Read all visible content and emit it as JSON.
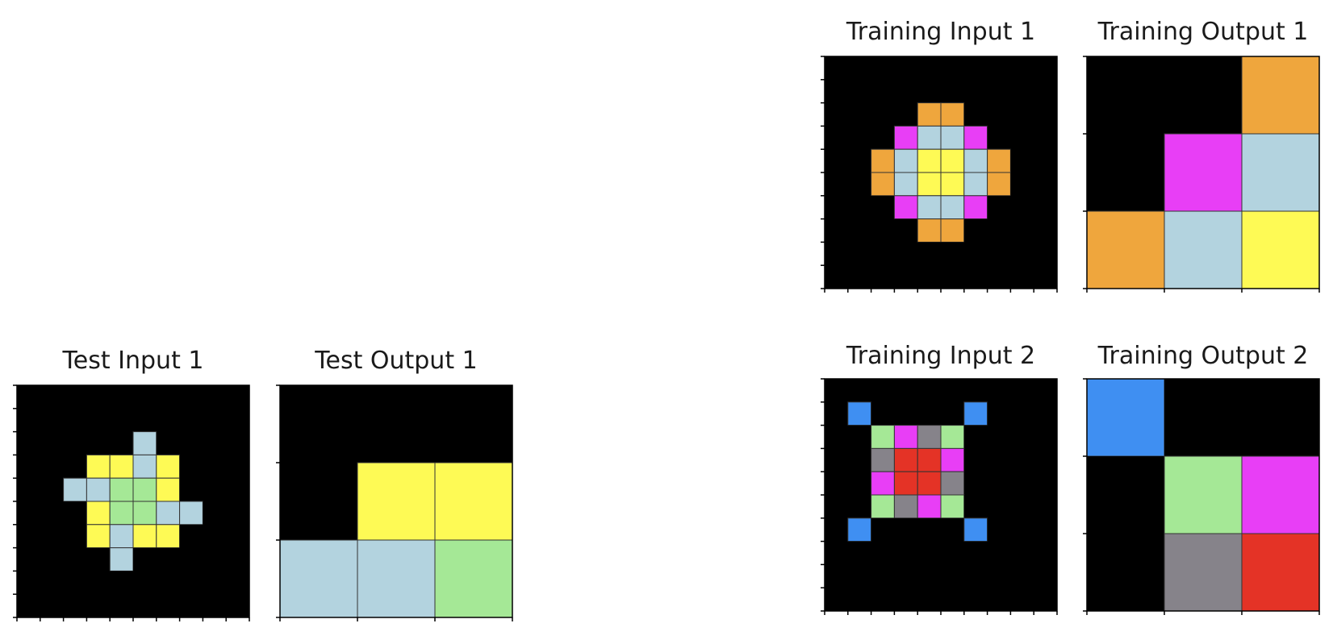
{
  "palette": {
    "0": "#000000",
    "1": "#3f8ff2",
    "2": "#e43326",
    "3": "#a5e896",
    "4": "#fefa55",
    "5": "#86838a",
    "6": "#e83ef6",
    "7": "#efa63d",
    "8": "#b3d3df"
  },
  "panels": [
    {
      "id": "training-input-1",
      "title": "Training Input 1",
      "grid": [
        [
          0,
          0,
          0,
          0,
          0,
          0,
          0,
          0,
          0,
          0
        ],
        [
          0,
          0,
          0,
          0,
          0,
          0,
          0,
          0,
          0,
          0
        ],
        [
          0,
          0,
          0,
          0,
          7,
          7,
          0,
          0,
          0,
          0
        ],
        [
          0,
          0,
          0,
          6,
          8,
          8,
          6,
          0,
          0,
          0
        ],
        [
          0,
          0,
          7,
          8,
          4,
          4,
          8,
          7,
          0,
          0
        ],
        [
          0,
          0,
          7,
          8,
          4,
          4,
          8,
          7,
          0,
          0
        ],
        [
          0,
          0,
          0,
          6,
          8,
          8,
          6,
          0,
          0,
          0
        ],
        [
          0,
          0,
          0,
          0,
          7,
          7,
          0,
          0,
          0,
          0
        ],
        [
          0,
          0,
          0,
          0,
          0,
          0,
          0,
          0,
          0,
          0
        ],
        [
          0,
          0,
          0,
          0,
          0,
          0,
          0,
          0,
          0,
          0
        ]
      ]
    },
    {
      "id": "training-output-1",
      "title": "Training Output 1",
      "grid": [
        [
          0,
          0,
          7
        ],
        [
          0,
          6,
          8
        ],
        [
          7,
          8,
          4
        ]
      ]
    },
    {
      "id": "training-input-2",
      "title": "Training Input 2",
      "grid": [
        [
          0,
          0,
          0,
          0,
          0,
          0,
          0,
          0,
          0,
          0
        ],
        [
          0,
          1,
          0,
          0,
          0,
          0,
          1,
          0,
          0,
          0
        ],
        [
          0,
          0,
          3,
          6,
          5,
          3,
          0,
          0,
          0,
          0
        ],
        [
          0,
          0,
          5,
          2,
          2,
          6,
          0,
          0,
          0,
          0
        ],
        [
          0,
          0,
          6,
          2,
          2,
          5,
          0,
          0,
          0,
          0
        ],
        [
          0,
          0,
          3,
          5,
          6,
          3,
          0,
          0,
          0,
          0
        ],
        [
          0,
          1,
          0,
          0,
          0,
          0,
          1,
          0,
          0,
          0
        ],
        [
          0,
          0,
          0,
          0,
          0,
          0,
          0,
          0,
          0,
          0
        ],
        [
          0,
          0,
          0,
          0,
          0,
          0,
          0,
          0,
          0,
          0
        ],
        [
          0,
          0,
          0,
          0,
          0,
          0,
          0,
          0,
          0,
          0
        ]
      ]
    },
    {
      "id": "training-output-2",
      "title": "Training Output 2",
      "grid": [
        [
          1,
          0,
          0
        ],
        [
          0,
          3,
          6
        ],
        [
          0,
          5,
          2
        ]
      ]
    },
    {
      "id": "test-input-1",
      "title": "Test Input 1",
      "grid": [
        [
          0,
          0,
          0,
          0,
          0,
          0,
          0,
          0,
          0,
          0
        ],
        [
          0,
          0,
          0,
          0,
          0,
          0,
          0,
          0,
          0,
          0
        ],
        [
          0,
          0,
          0,
          0,
          0,
          8,
          0,
          0,
          0,
          0
        ],
        [
          0,
          0,
          0,
          4,
          4,
          8,
          4,
          0,
          0,
          0
        ],
        [
          0,
          0,
          8,
          8,
          3,
          3,
          4,
          0,
          0,
          0
        ],
        [
          0,
          0,
          0,
          4,
          3,
          3,
          8,
          8,
          0,
          0
        ],
        [
          0,
          0,
          0,
          4,
          8,
          4,
          4,
          0,
          0,
          0
        ],
        [
          0,
          0,
          0,
          0,
          8,
          0,
          0,
          0,
          0,
          0
        ],
        [
          0,
          0,
          0,
          0,
          0,
          0,
          0,
          0,
          0,
          0
        ],
        [
          0,
          0,
          0,
          0,
          0,
          0,
          0,
          0,
          0,
          0
        ]
      ]
    },
    {
      "id": "test-output-1",
      "title": "Test Output 1",
      "grid": [
        [
          0,
          0,
          0
        ],
        [
          0,
          4,
          4
        ],
        [
          8,
          8,
          3
        ]
      ]
    }
  ]
}
